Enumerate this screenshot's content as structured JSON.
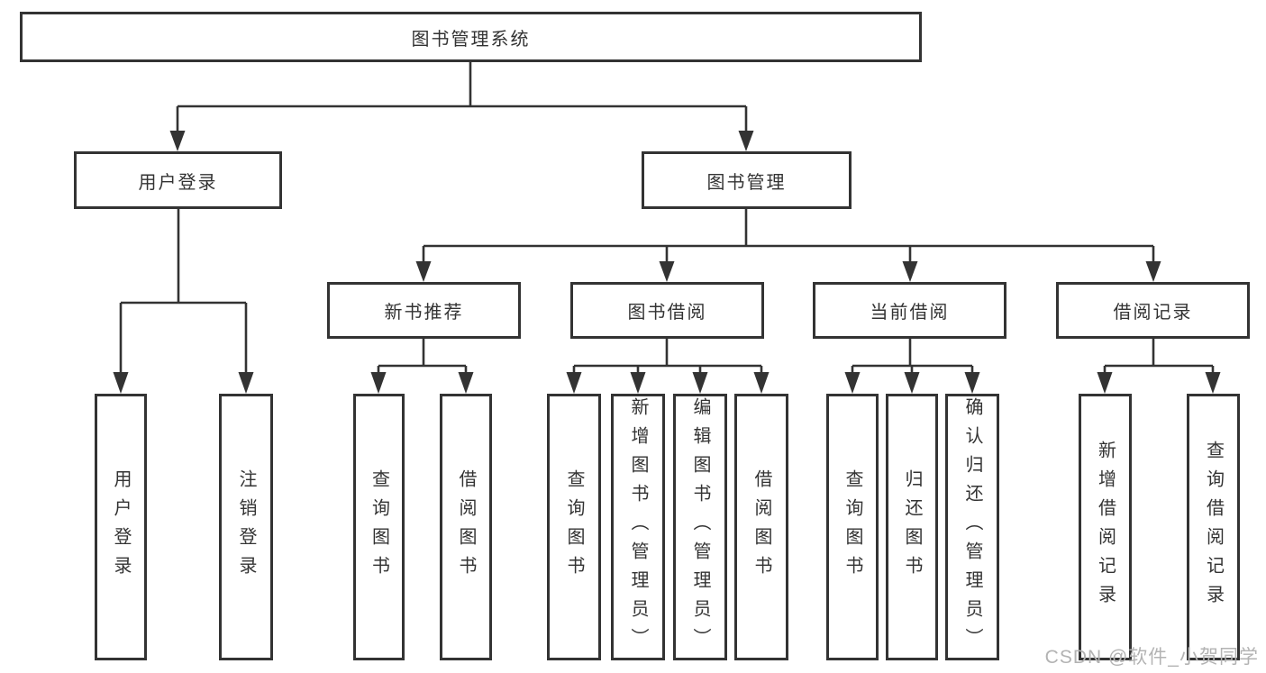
{
  "tree": {
    "root": {
      "label": "图书管理系统"
    },
    "branches": [
      {
        "label": "用户登录",
        "children": [
          {
            "label": "用户登录"
          },
          {
            "label": "注销登录"
          }
        ]
      },
      {
        "label": "图书管理",
        "children": [
          {
            "label": "新书推荐",
            "children": [
              {
                "label": "查询图书"
              },
              {
                "label": "借阅图书"
              }
            ]
          },
          {
            "label": "图书借阅",
            "children": [
              {
                "label": "查询图书"
              },
              {
                "label": "新增图书（管理员）"
              },
              {
                "label": "编辑图书（管理员）"
              },
              {
                "label": "借阅图书"
              }
            ]
          },
          {
            "label": "当前借阅",
            "children": [
              {
                "label": "查询图书"
              },
              {
                "label": "归还图书"
              },
              {
                "label": "确认归还（管理员）"
              }
            ]
          },
          {
            "label": "借阅记录",
            "children": [
              {
                "label": "新增借阅记录"
              },
              {
                "label": "查询借阅记录"
              }
            ]
          }
        ]
      }
    ]
  },
  "watermark": {
    "text": "CSDN @软件_小贺同学"
  },
  "colors": {
    "line": "#333333",
    "border": "#333333",
    "text": "#333333",
    "background": "#ffffff",
    "watermark": "#b3b3b3"
  }
}
